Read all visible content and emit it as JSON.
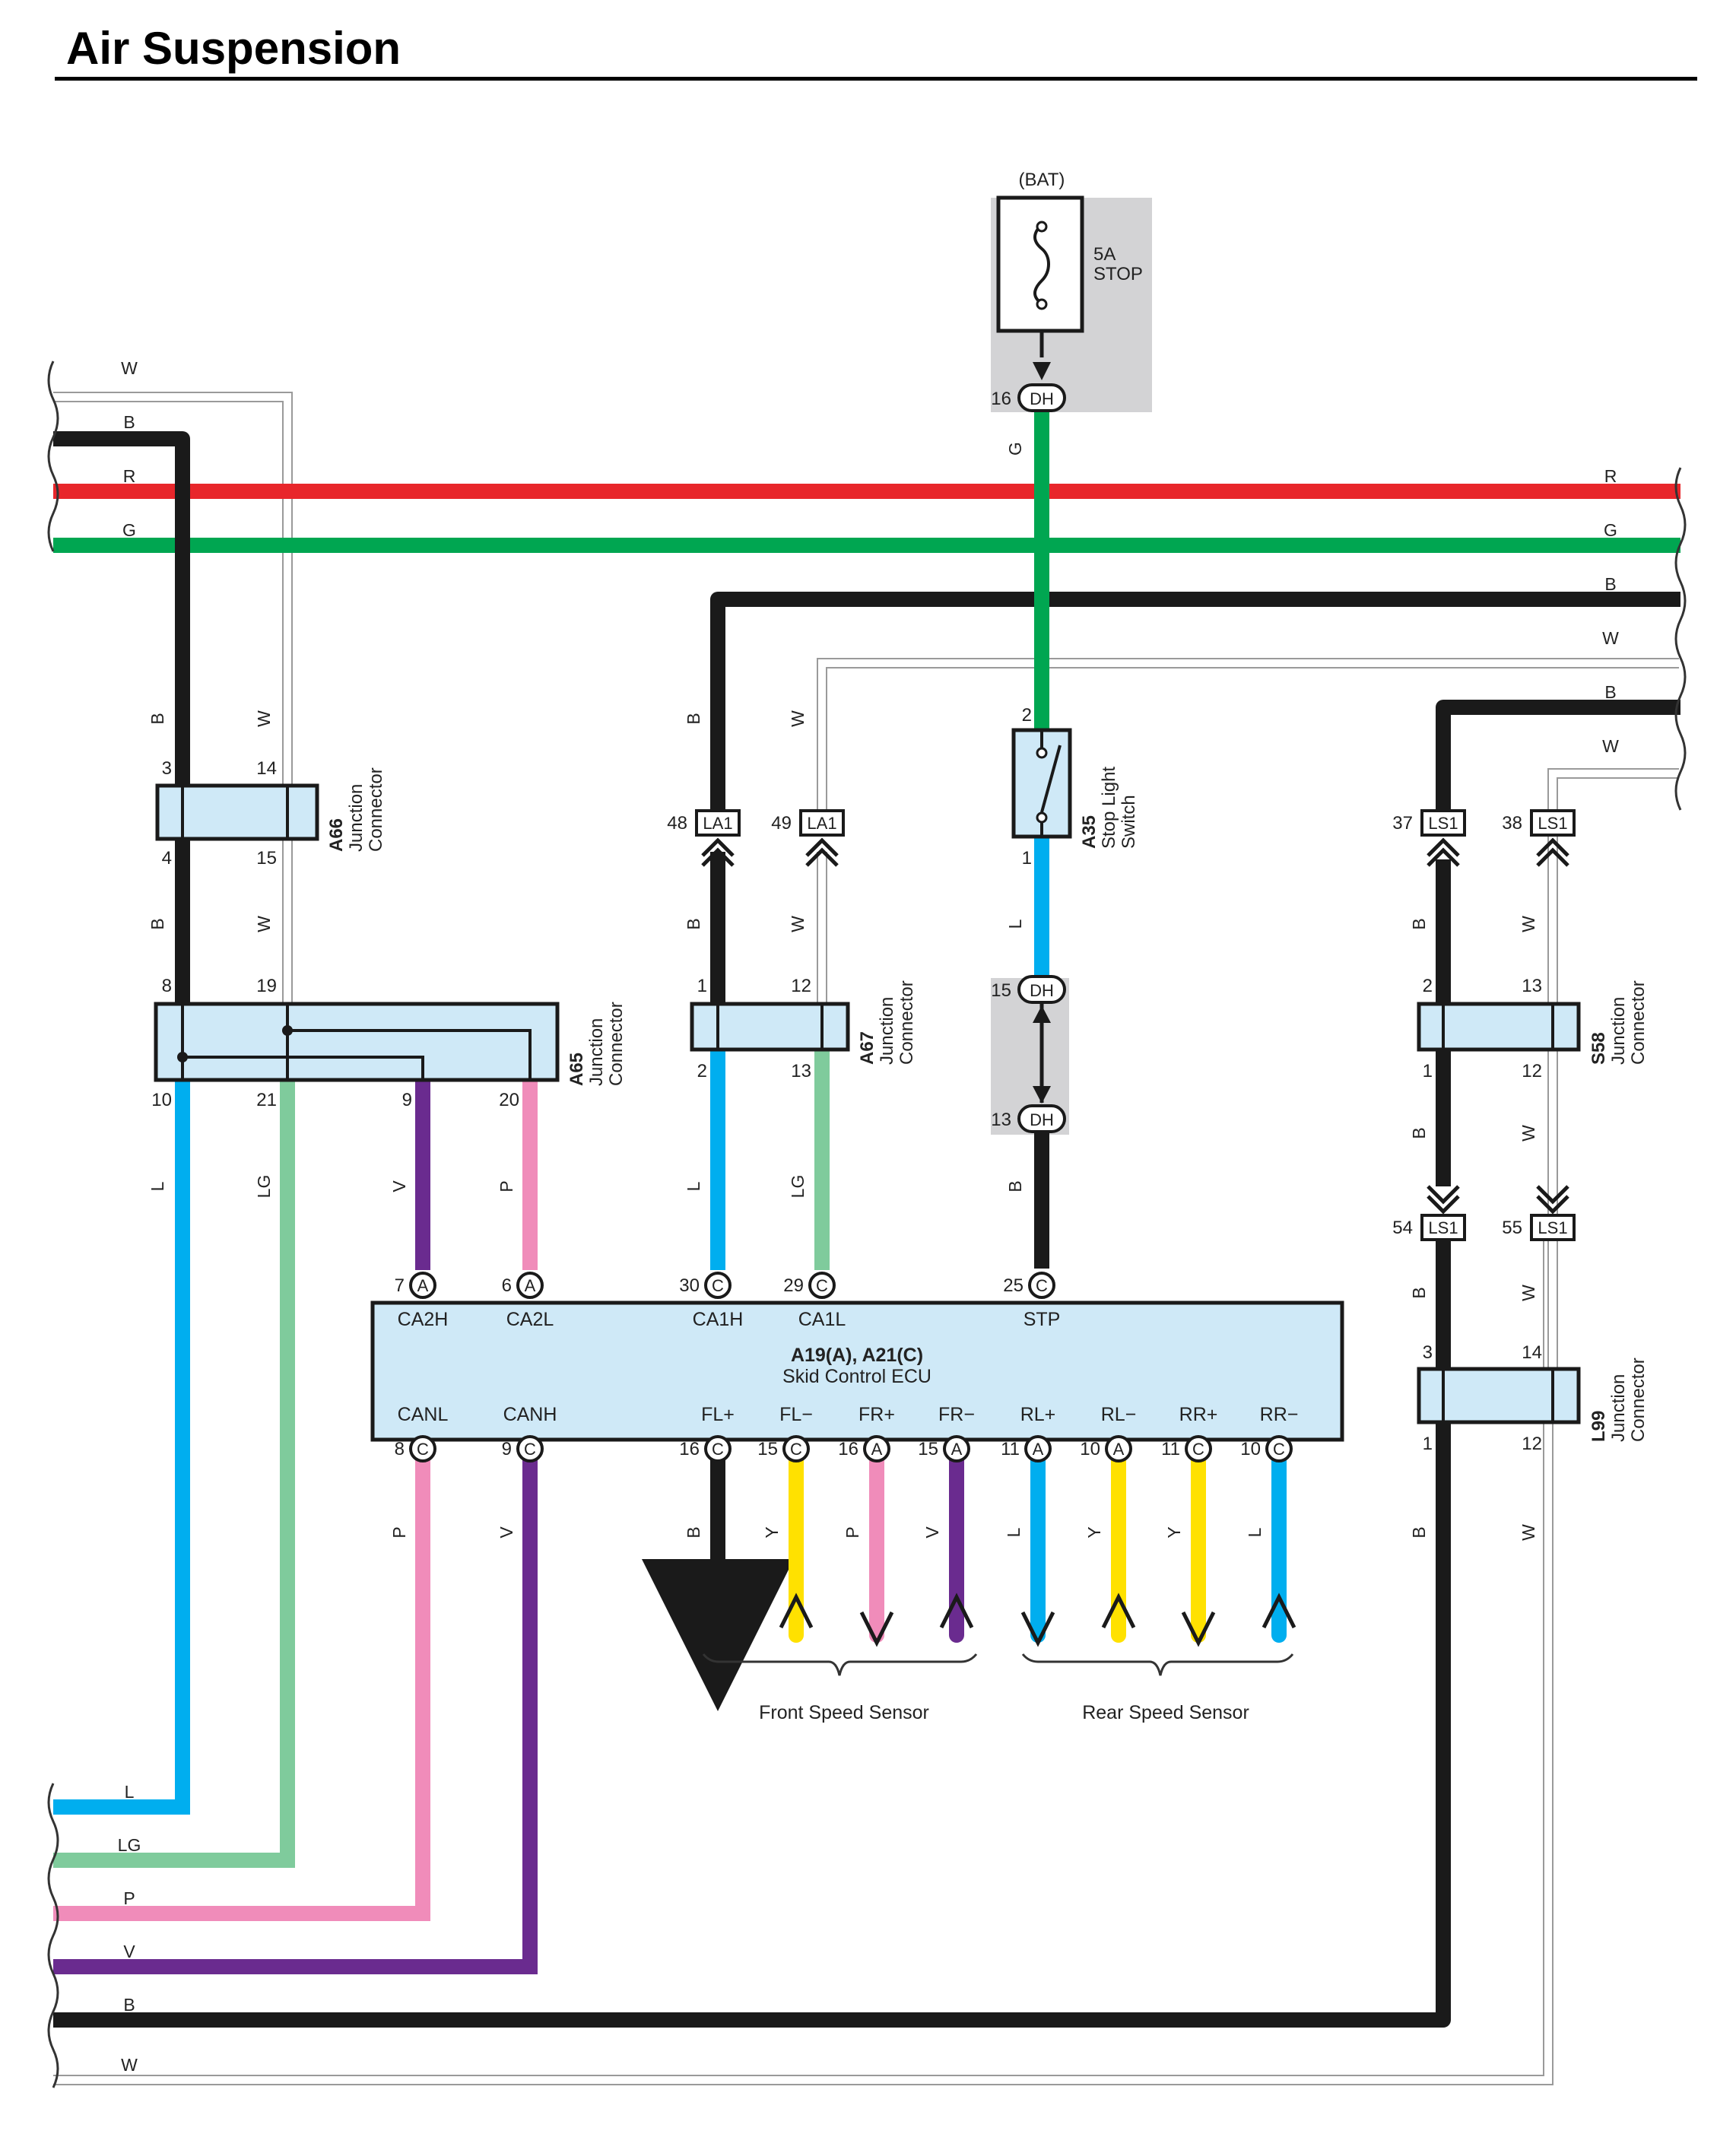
{
  "title": "Air Suspension",
  "colors": {
    "B": "#1a1a1a",
    "R": "#e8262b",
    "G": "#00a651",
    "W": "#ffffff",
    "L": "#00aeef",
    "LG": "#7fcb9c",
    "P": "#f08cba",
    "V": "#6a2b8f",
    "Y": "#ffe100",
    "connector_fill": "#cfe9f7",
    "shade": "#d3d3d5"
  },
  "fuse": {
    "source": "(BAT)",
    "rating": "5A",
    "name": "STOP"
  },
  "connectors": {
    "A66": {
      "id": "A66",
      "l1": "Junction",
      "l2": "Connector",
      "pins": [
        "3",
        "14",
        "4",
        "15"
      ]
    },
    "A65": {
      "id": "A65",
      "l1": "Junction",
      "l2": "Connector",
      "pins": [
        "8",
        "19",
        "10",
        "21",
        "9",
        "20"
      ]
    },
    "A67": {
      "id": "A67",
      "l1": "Junction",
      "l2": "Connector",
      "pins": [
        "1",
        "12",
        "2",
        "13"
      ]
    },
    "A35": {
      "id": "A35",
      "l1": "Stop Light",
      "l2": "Switch",
      "pins": [
        "2",
        "1"
      ]
    },
    "S58": {
      "id": "S58",
      "l1": "Junction",
      "l2": "Connector",
      "pins": [
        "2",
        "13",
        "1",
        "12"
      ]
    },
    "L99": {
      "id": "L99",
      "l1": "Junction",
      "l2": "Connector",
      "pins": [
        "3",
        "14",
        "1",
        "12"
      ]
    }
  },
  "inline": {
    "la1_48": {
      "pin": "48",
      "code": "LA1"
    },
    "la1_49": {
      "pin": "49",
      "code": "LA1"
    },
    "ls1_37": {
      "pin": "37",
      "code": "LS1"
    },
    "ls1_38": {
      "pin": "38",
      "code": "LS1"
    },
    "ls1_54": {
      "pin": "54",
      "code": "LS1"
    },
    "ls1_55": {
      "pin": "55",
      "code": "LS1"
    },
    "dh_16": {
      "pin": "16",
      "code": "DH"
    },
    "dh_15": {
      "pin": "15",
      "code": "DH"
    },
    "dh_13": {
      "pin": "13",
      "code": "DH"
    }
  },
  "ecu": {
    "name": "A19(A), A21(C)",
    "desc": "Skid Control ECU",
    "top_pins": [
      {
        "pin": "7",
        "conn": "A",
        "signal": "CA2H"
      },
      {
        "pin": "6",
        "conn": "A",
        "signal": "CA2L"
      },
      {
        "pin": "30",
        "conn": "C",
        "signal": "CA1H"
      },
      {
        "pin": "29",
        "conn": "C",
        "signal": "CA1L"
      },
      {
        "pin": "25",
        "conn": "C",
        "signal": "STP"
      }
    ],
    "bottom_pins": [
      {
        "pin": "8",
        "conn": "C",
        "signal": "CANL",
        "wire": "P"
      },
      {
        "pin": "9",
        "conn": "C",
        "signal": "CANH",
        "wire": "V"
      },
      {
        "pin": "16",
        "conn": "C",
        "signal": "FL+",
        "wire": "B"
      },
      {
        "pin": "15",
        "conn": "C",
        "signal": "FL−",
        "wire": "Y"
      },
      {
        "pin": "16",
        "conn": "A",
        "signal": "FR+",
        "wire": "P"
      },
      {
        "pin": "15",
        "conn": "A",
        "signal": "FR−",
        "wire": "V"
      },
      {
        "pin": "11",
        "conn": "A",
        "signal": "RL+",
        "wire": "L"
      },
      {
        "pin": "10",
        "conn": "A",
        "signal": "RL−",
        "wire": "Y"
      },
      {
        "pin": "11",
        "conn": "C",
        "signal": "RR+",
        "wire": "Y"
      },
      {
        "pin": "10",
        "conn": "C",
        "signal": "RR−",
        "wire": "L"
      }
    ]
  },
  "sensors": {
    "front": "Front Speed Sensor",
    "rear": "Rear Speed Sensor"
  },
  "wire_codes": {
    "left_top": [
      "W",
      "B",
      "R",
      "G"
    ],
    "right_top": [
      "R",
      "G",
      "B",
      "W",
      "B",
      "W"
    ],
    "left_bottom": [
      "L",
      "LG",
      "P",
      "V",
      "B",
      "W"
    ],
    "g_vertical": "G",
    "a66_top": [
      "B",
      "W"
    ],
    "a66_bottom": [
      "B",
      "W"
    ],
    "a65_bottom": [
      "L",
      "LG",
      "V",
      "P"
    ],
    "la1_top": [
      "B",
      "W"
    ],
    "la1_bottom": [
      "B",
      "W"
    ],
    "a67_bottom": [
      "L",
      "LG"
    ],
    "a35_bottom": "L",
    "dh_bottom": "B",
    "ls1_top": [
      "B",
      "W"
    ],
    "ls1_mid": [
      "B",
      "W"
    ],
    "ls1_54_bottom": [
      "B",
      "W"
    ],
    "l99_bottom": [
      "B",
      "W"
    ],
    "ecu_bottom": [
      "P",
      "V",
      "B",
      "Y",
      "P",
      "V",
      "L",
      "Y",
      "Y",
      "L"
    ]
  }
}
